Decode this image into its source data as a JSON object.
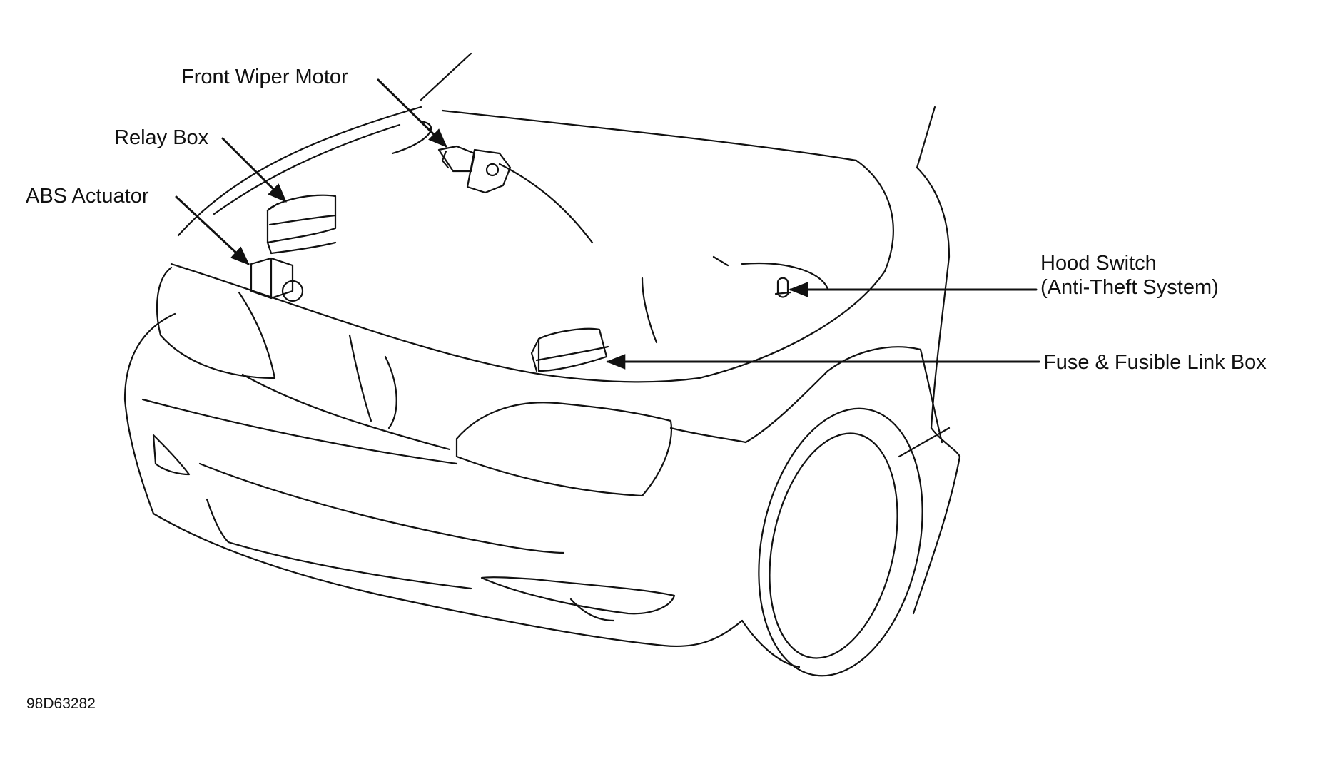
{
  "labels": {
    "front_wiper_motor": "Front Wiper Motor",
    "relay_box": "Relay Box",
    "abs_actuator": "ABS Actuator",
    "hood_switch_line1": "Hood Switch",
    "hood_switch_line2": "(Anti-Theft System)",
    "fuse_box": "Fuse & Fusible Link Box"
  },
  "figure_id": "98D63282",
  "colors": {
    "ink": "#111111",
    "background": "#ffffff"
  }
}
